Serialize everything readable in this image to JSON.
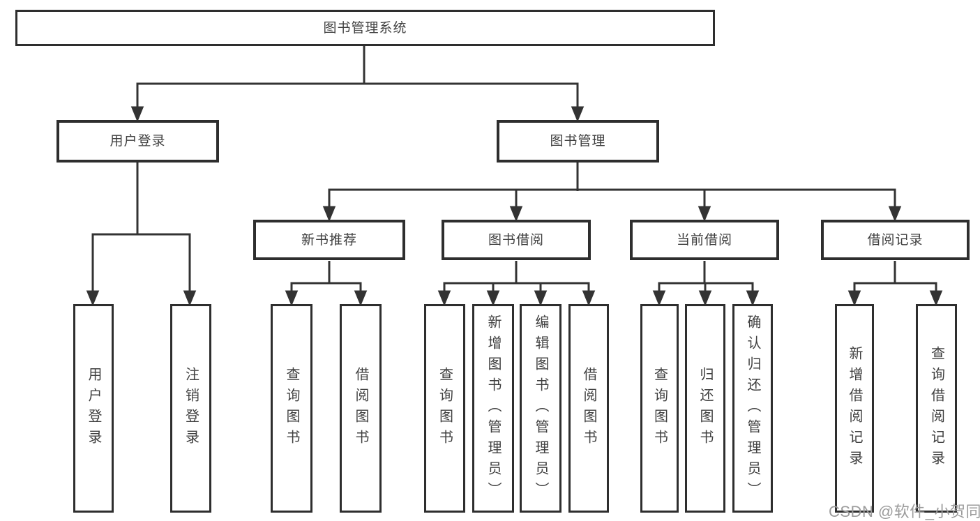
{
  "tree": {
    "root": "图书管理系统",
    "children": [
      {
        "label": "用户登录",
        "children": [
          "用户登录",
          "注销登录"
        ]
      },
      {
        "label": "图书管理",
        "children": [
          {
            "label": "新书推荐",
            "children": [
              "查询图书",
              "借阅图书"
            ]
          },
          {
            "label": "图书借阅",
            "children": [
              "查询图书",
              "新增图书（管理员）",
              "编辑图书（管理员）",
              "借阅图书"
            ]
          },
          {
            "label": "当前借阅",
            "children": [
              "查询图书",
              "归还图书",
              "确认归还（管理员）"
            ]
          },
          {
            "label": "借阅记录",
            "children": [
              "新增借阅记录",
              "查询借阅记录"
            ]
          }
        ]
      }
    ]
  },
  "watermark": {
    "text": "CSDN @软件_小贺同学"
  },
  "colors": {
    "line": "#333333",
    "box_border": "#2e2e2e",
    "text": "#3f3f3f",
    "watermark": "#9b9b9b",
    "background": "#ffffff"
  }
}
